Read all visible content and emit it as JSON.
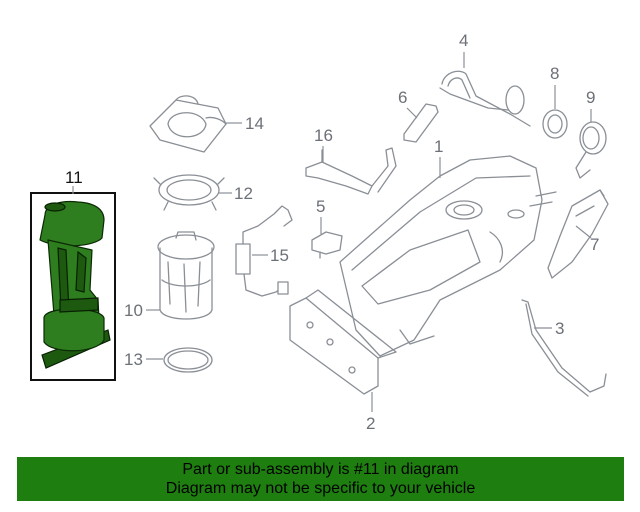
{
  "callouts": [
    {
      "id": "1",
      "label": "1"
    },
    {
      "id": "2",
      "label": "2"
    },
    {
      "id": "3",
      "label": "3"
    },
    {
      "id": "4",
      "label": "4"
    },
    {
      "id": "5",
      "label": "5"
    },
    {
      "id": "6",
      "label": "6"
    },
    {
      "id": "7",
      "label": "7"
    },
    {
      "id": "8",
      "label": "8"
    },
    {
      "id": "9",
      "label": "9"
    },
    {
      "id": "10",
      "label": "10"
    },
    {
      "id": "11",
      "label": "11"
    },
    {
      "id": "12",
      "label": "12"
    },
    {
      "id": "13",
      "label": "13"
    },
    {
      "id": "14",
      "label": "14"
    },
    {
      "id": "15",
      "label": "15"
    },
    {
      "id": "16",
      "label": "16"
    }
  ],
  "banner": {
    "line1": "Part or sub-assembly is #11 in diagram",
    "line2": "Diagram may not be specific to your vehicle",
    "color": "#1e7e10"
  },
  "highlight": {
    "part": "11",
    "color": "#2e7d1e"
  }
}
